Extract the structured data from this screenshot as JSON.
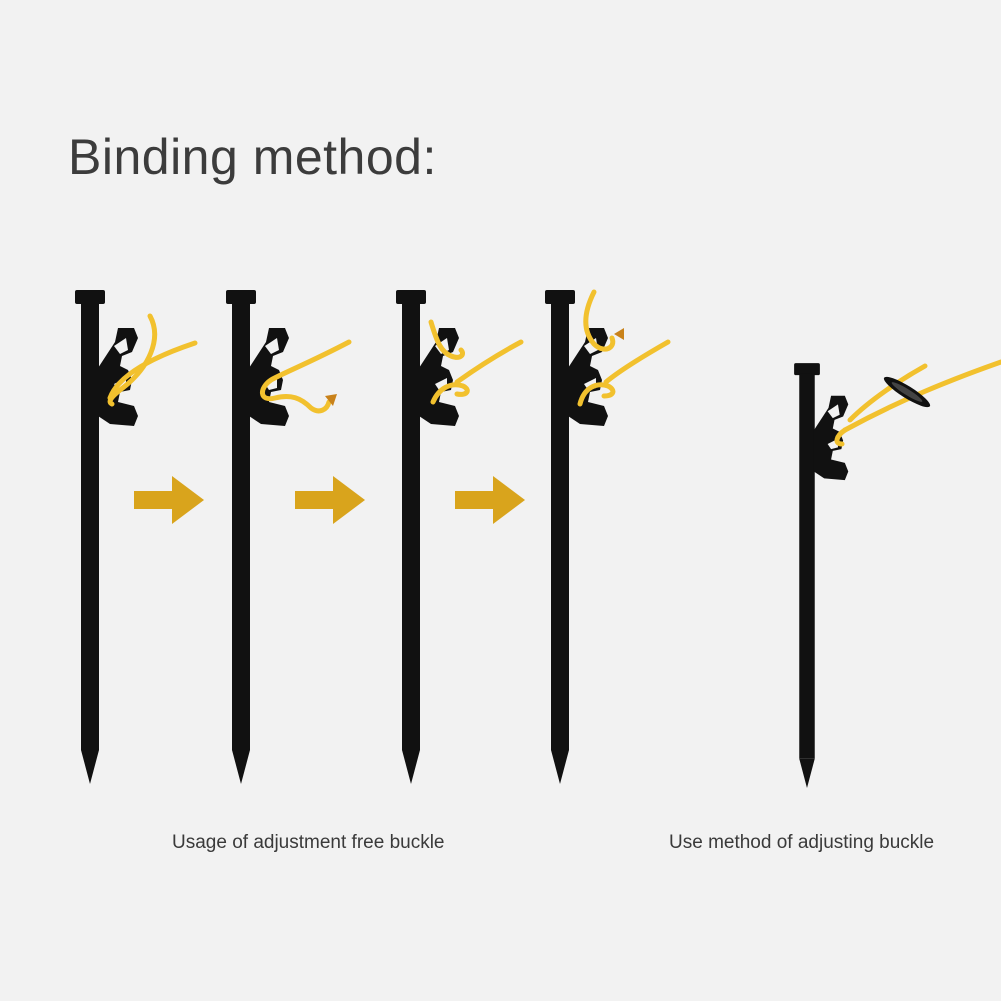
{
  "title": "Binding method:",
  "captions": {
    "adjustment_free": "Usage of adjustment free buckle",
    "adjusting": "Use method of adjusting buckle"
  },
  "colors": {
    "background": "#f2f2f2",
    "stake": "#111111",
    "rope": "#f2c12e",
    "arrow": "#d9a41c",
    "text": "#3c3c3c"
  },
  "icons": {
    "stake": "tent-stake-icon",
    "rope": "rope-icon",
    "step_arrow": "right-arrow-icon",
    "buckle": "adjusting-buckle-icon"
  },
  "steps": {
    "adjustment_free_count": 4,
    "adjusting_count": 1
  }
}
